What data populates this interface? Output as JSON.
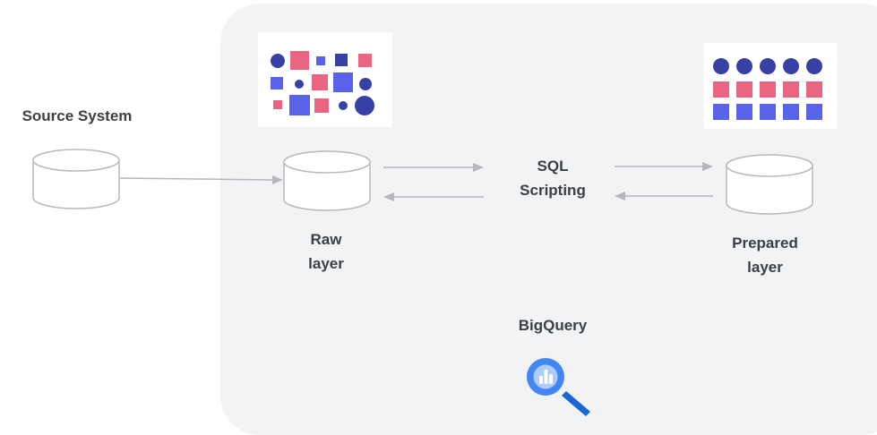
{
  "source": {
    "label": "Source System"
  },
  "raw": {
    "label_line1": "Raw",
    "label_line2": "layer"
  },
  "sql": {
    "label_line1": "SQL",
    "label_line2": "Scripting"
  },
  "prepared": {
    "label_line1": "Prepared",
    "label_line2": "layer"
  },
  "bigquery": {
    "label": "BigQuery"
  },
  "colors": {
    "navy": "#3640a5",
    "pink": "#ea6582",
    "blue": "#5863e8",
    "cylinder_stroke": "#b7b9bd",
    "arrow": "#b5b7bb",
    "panel": "#f1f3f4",
    "text": "#3c4043",
    "bq_blue": "#4285f4",
    "bq_light": "#aecbfa",
    "bq_dark": "#1967d2"
  },
  "icons": {
    "raw_mosaic": "unstructured-data-icon",
    "prepared_grid": "structured-data-icon",
    "bigquery": "bigquery-logo-icon"
  }
}
